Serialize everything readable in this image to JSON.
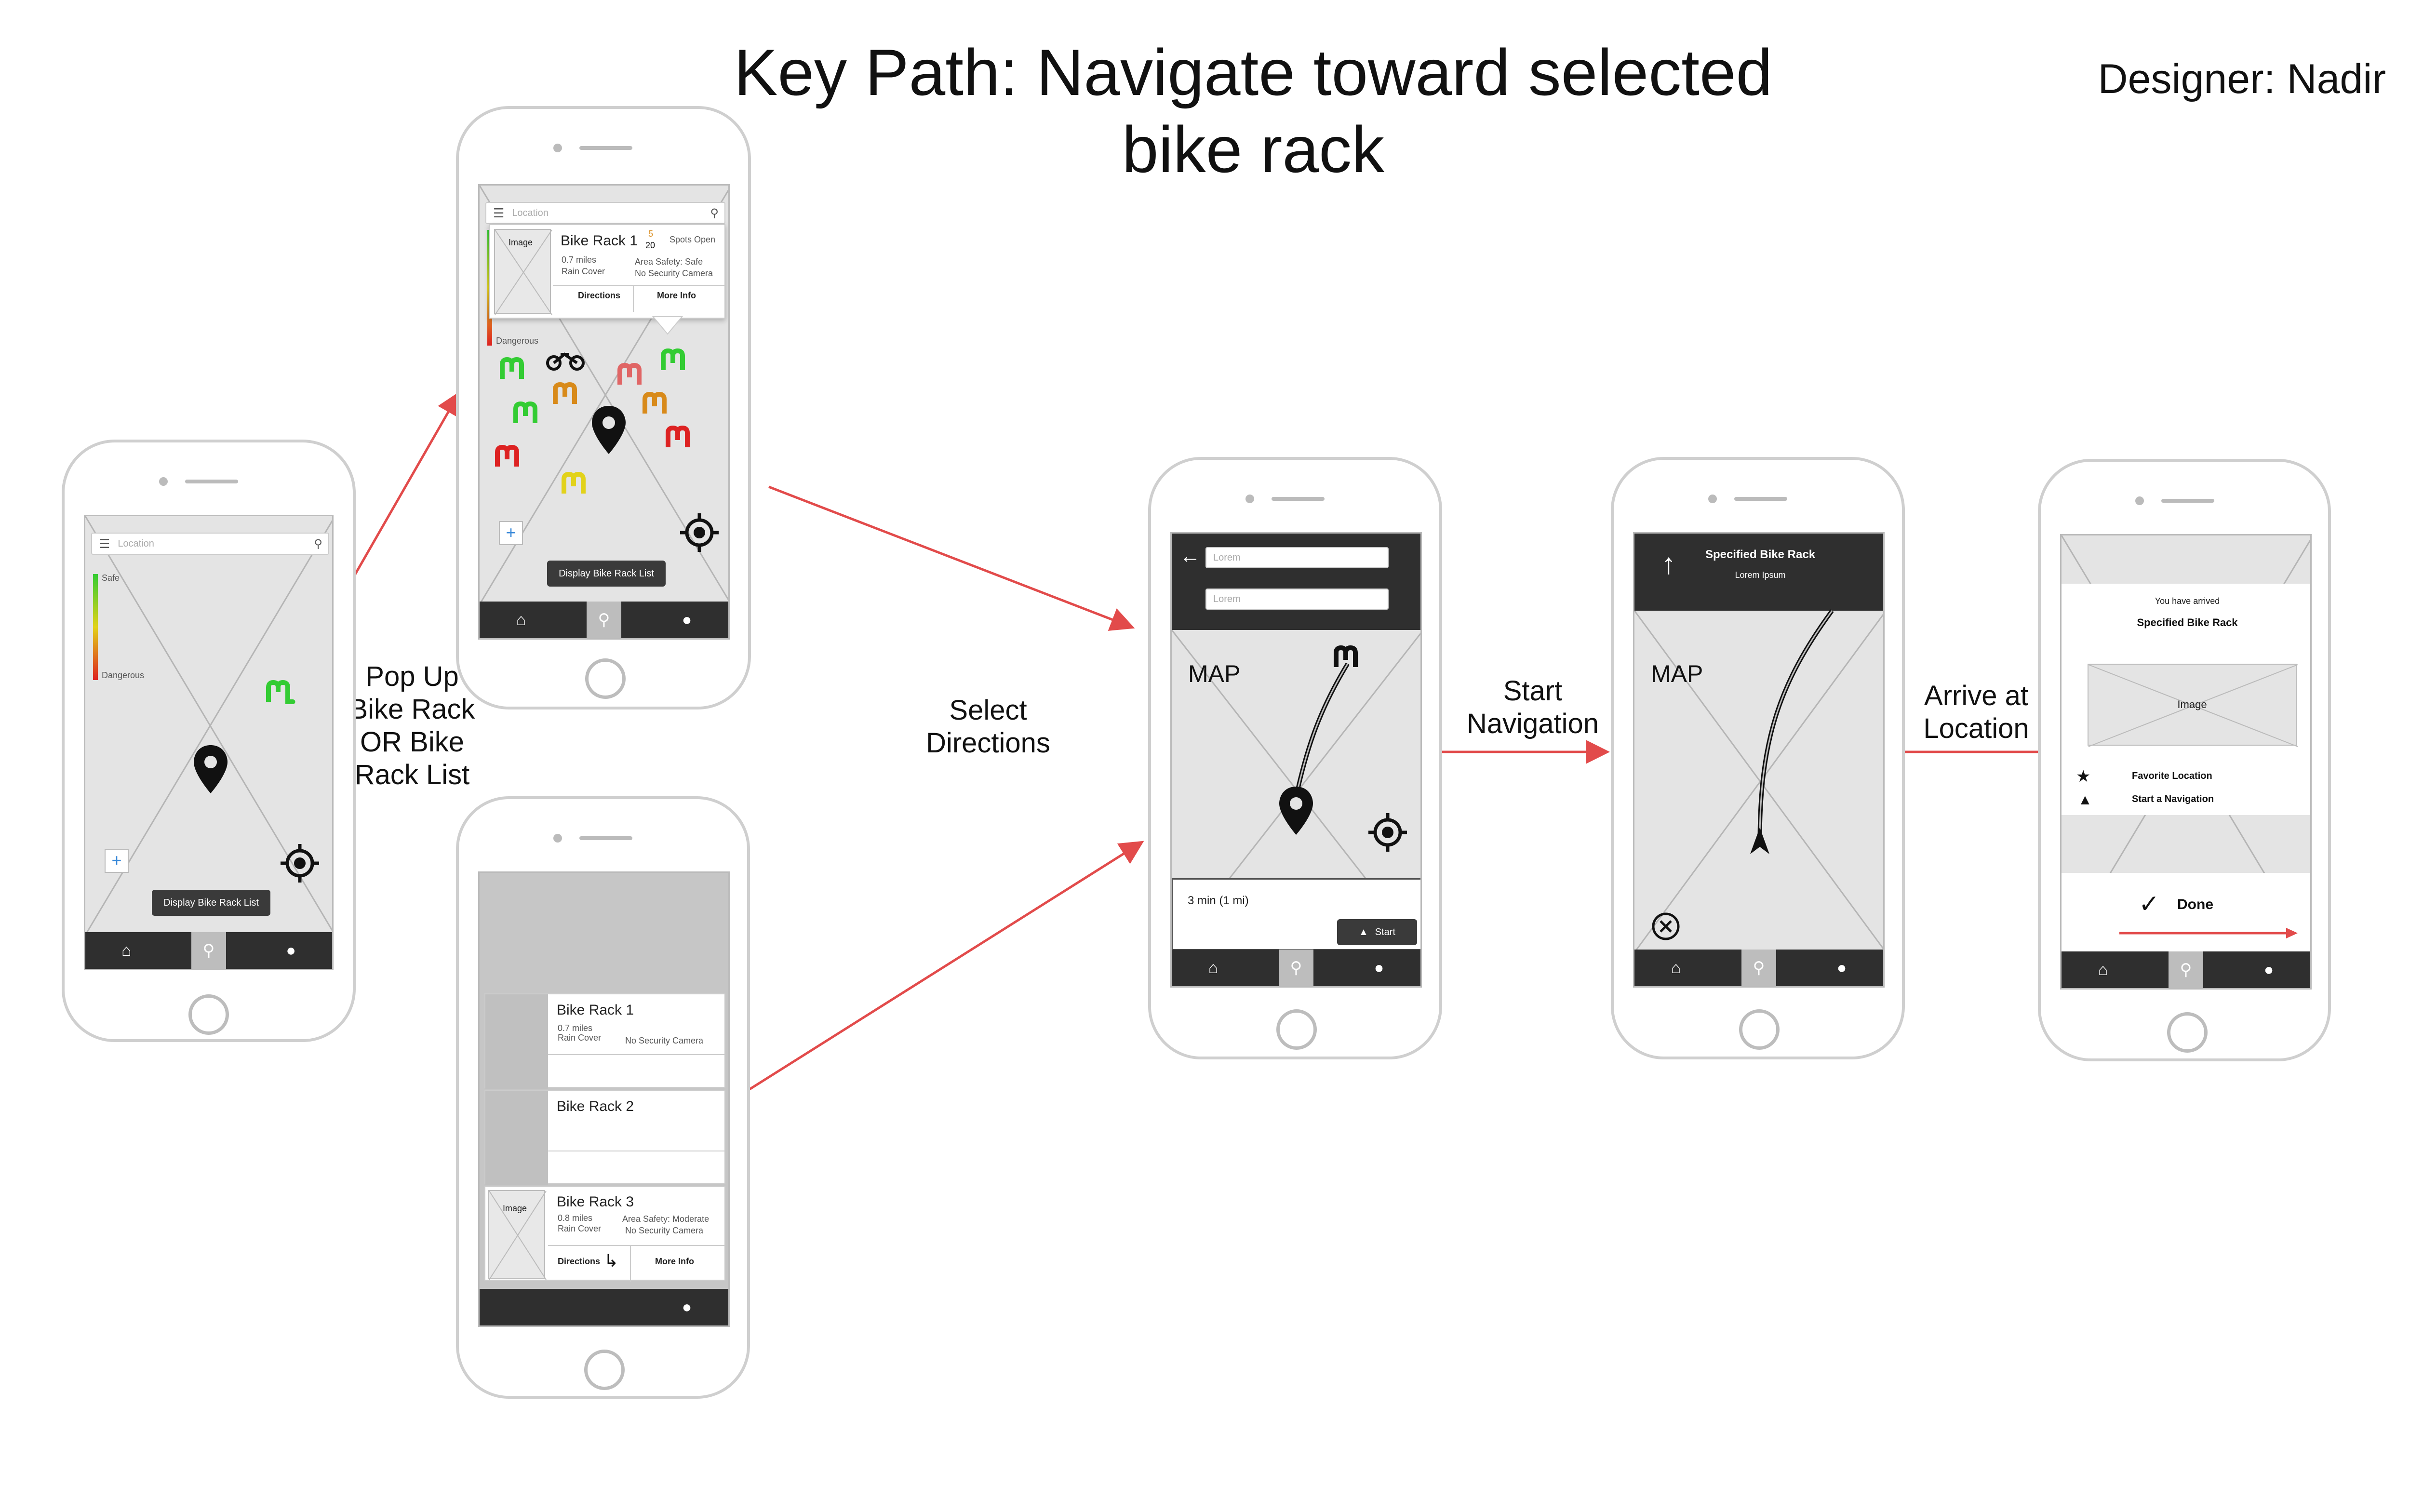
{
  "title": "Key Path: Navigate toward selected bike rack",
  "designer": "Designer: Nadir",
  "flow_labels": {
    "popup": "Pop Up Bike Rack OR Bike Rack List",
    "select_directions": "Select Directions",
    "start_navigation": "Start Navigation",
    "arrive": "Arrive at Location"
  },
  "screen_home": {
    "search_placeholder": "Location",
    "legend_safe": "Safe",
    "legend_dangerous": "Dangerous",
    "display_list_button": "Display Bike Rack List"
  },
  "screen_popup": {
    "search_placeholder": "Location",
    "image_label": "Image",
    "rack_name": "Bike Rack 1",
    "spots_fraction_top": "5",
    "spots_fraction_bottom": "20",
    "spots_open": "Spots Open",
    "distance": "0.7 miles",
    "cover": "Rain Cover",
    "safety": "Area Safety: Safe",
    "camera": "No Security Camera",
    "directions_button": "Directions",
    "more_info_button": "More Info",
    "legend_dangerous": "Dangerous",
    "display_list_button": "Display Bike Rack List"
  },
  "screen_list": {
    "rack1_name": "Bike Rack 1",
    "rack1_distance": "0.7 miles",
    "rack1_cover": "Rain Cover",
    "rack1_camera": "No Security Camera",
    "rack2_name": "Bike Rack 2",
    "rack3_image": "Image",
    "rack3_name": "Bike Rack 3",
    "rack3_distance": "0.8 miles",
    "rack3_cover": "Rain Cover",
    "rack3_safety": "Area Safety: Moderate",
    "rack3_camera": "No Security Camera",
    "directions_button": "Directions",
    "more_info_button": "More Info"
  },
  "screen_directions": {
    "from_placeholder": "Lorem",
    "to_placeholder": "Lorem",
    "map_label": "MAP",
    "eta": "3 min (1 mi)",
    "start_button": "Start"
  },
  "screen_nav": {
    "heading": "Specified Bike Rack",
    "subheading": "Lorem Ipsum",
    "map_label": "MAP"
  },
  "screen_arrived": {
    "arrived_text": "You have arrived",
    "rack_name": "Specified Bike Rack",
    "image_label": "Image",
    "favorite": "Favorite Location",
    "start_nav": "Start a Navigation",
    "done": "Done"
  },
  "colors": {
    "arrow": "#e24b4b",
    "green": "#33cc33",
    "red": "#dd2222",
    "orange": "#d88a1a",
    "yellow": "#e2d21a",
    "dark": "#2f2f2f"
  }
}
